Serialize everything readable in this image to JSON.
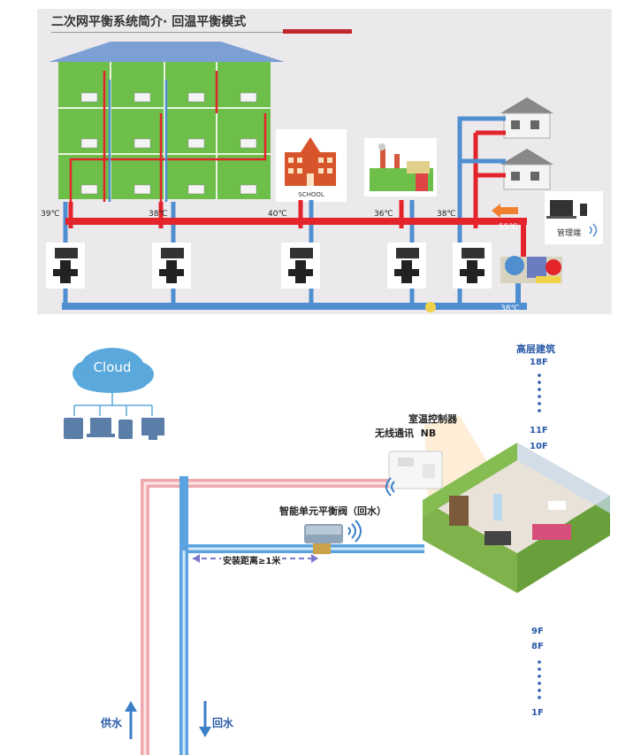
{
  "top": {
    "title": "二次网平衡系统简介· 回温平衡模式",
    "temps": [
      "39℃",
      "38℃",
      "40℃",
      "36℃",
      "38℃"
    ],
    "supply_temp": "55℃",
    "return_temp": "38℃",
    "school_label": "SCHOOL",
    "manager_label": "管理端",
    "colors": {
      "panel": "#ece9ec",
      "supply": "#e3242b",
      "return": "#4f8fd0",
      "building": "#6dbf4a",
      "title_bar": "#c0272d"
    }
  },
  "bottom": {
    "cloud_label": "Cloud",
    "controller_label": "室温控制器",
    "comm_label": "无线通讯  NB",
    "valve_label": "智能单元平衡阀（回水）",
    "distance_label": "安装距离≥1米",
    "high_building_label": "高层建筑",
    "floors_top": [
      "18F",
      "11F",
      "10F"
    ],
    "floors_bottom": [
      "9F",
      "8F",
      "1F"
    ],
    "supply_label": "供水",
    "return_label": "回水",
    "colors": {
      "supply_pipe": "#f0a8ad",
      "return_pipe": "#5ba3e0",
      "floor_text": "#2a5aa8"
    }
  }
}
